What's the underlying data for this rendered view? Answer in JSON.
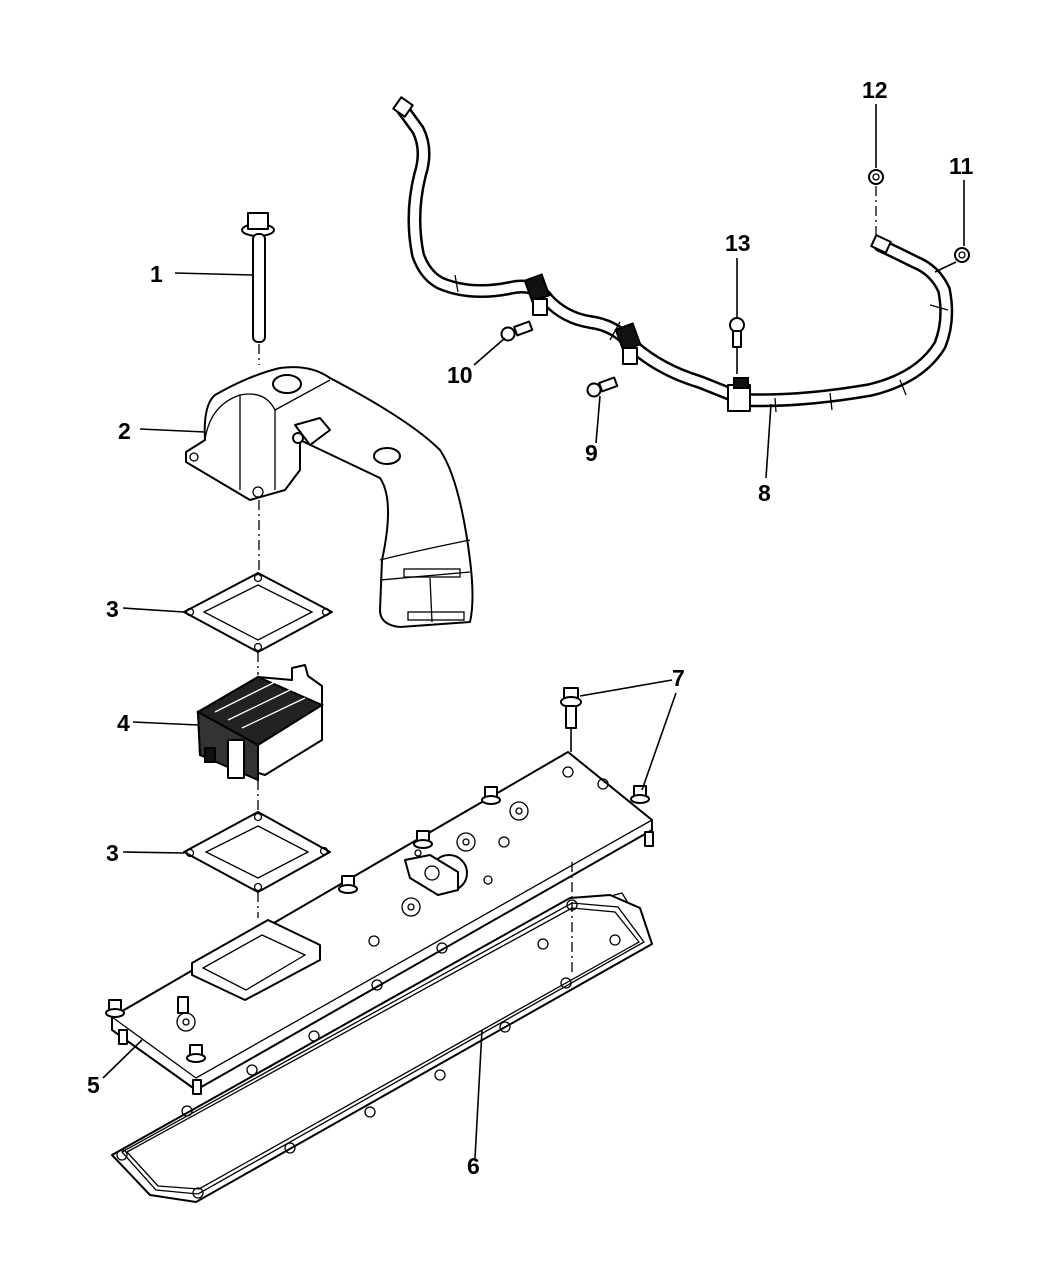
{
  "diagram": {
    "type": "exploded-parts-view",
    "background": "#ffffff",
    "line_color": "#000000",
    "callouts": [
      {
        "id": "1",
        "label": "1",
        "part": "bolt (long)"
      },
      {
        "id": "2",
        "label": "2",
        "part": "intake elbow / manifold cover"
      },
      {
        "id": "3a",
        "label": "3",
        "part": "gasket (upper)"
      },
      {
        "id": "3b",
        "label": "3",
        "part": "gasket (lower)"
      },
      {
        "id": "4",
        "label": "4",
        "part": "intake air heater / grid heater"
      },
      {
        "id": "5",
        "label": "5",
        "part": "intake manifold cover plate"
      },
      {
        "id": "6",
        "label": "6",
        "part": "cover plate gasket"
      },
      {
        "id": "7",
        "label": "7",
        "part": "bolt"
      },
      {
        "id": "8",
        "label": "8",
        "part": "cable / wiring harness"
      },
      {
        "id": "9",
        "label": "9",
        "part": "bolt"
      },
      {
        "id": "10",
        "label": "10",
        "part": "bolt"
      },
      {
        "id": "11",
        "label": "11",
        "part": "nut"
      },
      {
        "id": "12",
        "label": "12",
        "part": "nut"
      },
      {
        "id": "13",
        "label": "13",
        "part": "bolt"
      }
    ]
  }
}
